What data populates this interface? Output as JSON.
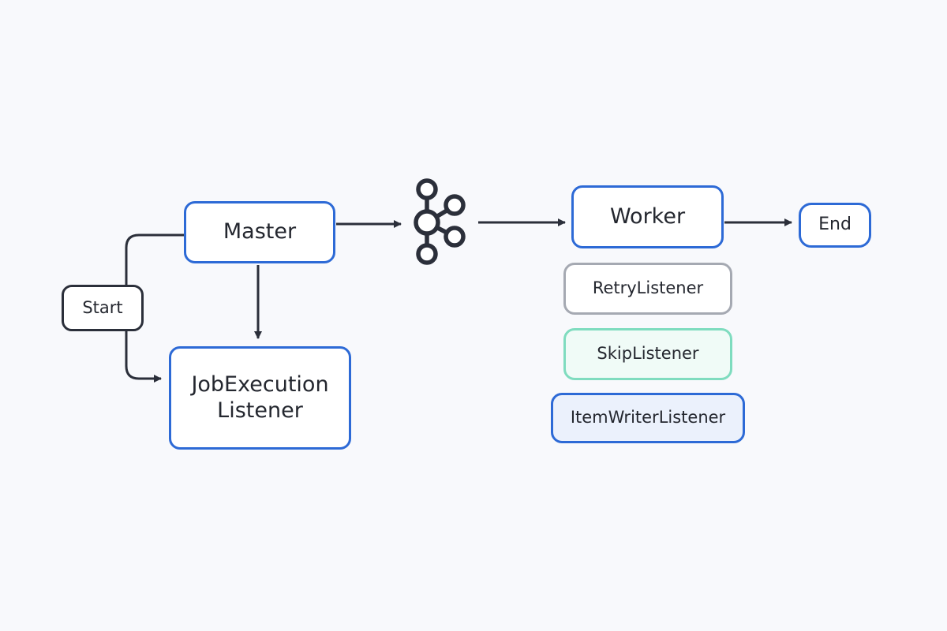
{
  "diagram": {
    "nodes": {
      "master": {
        "label": "Master"
      },
      "start": {
        "label": "Start"
      },
      "job_execution_listener": {
        "lines": [
          "JobExecution",
          "Listener"
        ]
      },
      "worker": {
        "label": "Worker"
      },
      "end": {
        "label": "End"
      },
      "retry_listener": {
        "label": "RetryListener"
      },
      "skip_listener": {
        "label": "SkipListener"
      },
      "item_writer_listener": {
        "label": "ItemWriterListener"
      }
    },
    "icons": {
      "hub": "kafka-hub-icon"
    },
    "colors": {
      "background": "#f8f9fc",
      "node_border": "#2d6ad6",
      "start_border": "#2b2f3a",
      "retry_border": "#a5a9b2",
      "skip_border": "#7fdcbf",
      "skip_fill": "#f0fbf7",
      "item_writer_fill": "#ebf1fc",
      "connector": "#2b2f3a"
    }
  }
}
